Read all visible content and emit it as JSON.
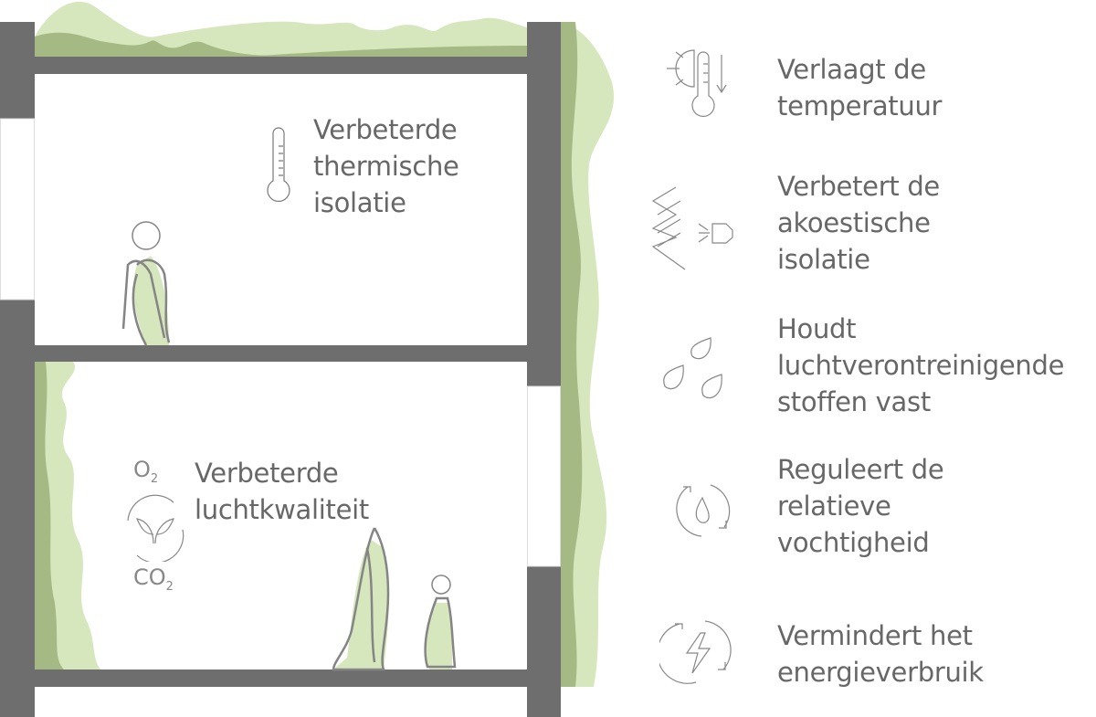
{
  "colors": {
    "wall": "#6e6e6e",
    "green_light": "#d6e6bd",
    "green_dark": "#a4b983",
    "text": "#676767"
  },
  "rooms": {
    "upper": {
      "lines": [
        "Verbeterde",
        "thermische",
        "isolatie"
      ],
      "icon": "thermometer-icon"
    },
    "lower": {
      "lines": [
        "Verbeterde",
        "luchtkwaliteit"
      ],
      "icon": "o2-co2-cycle-icon",
      "o2": "O",
      "o2_sub": "2",
      "co2": "CO",
      "co2_sub": "2"
    }
  },
  "benefits": [
    {
      "icon": "thermometer-sun-down-icon",
      "lines": [
        "Verlaagt de",
        "temperatuur"
      ]
    },
    {
      "icon": "sound-reflection-icon",
      "lines": [
        "Verbetert de",
        "akoestische",
        "isolatie"
      ]
    },
    {
      "icon": "droplets-icon",
      "lines": [
        "Houdt",
        "luchtverontreinigende",
        "stoffen vast"
      ]
    },
    {
      "icon": "humidity-cycle-icon",
      "lines": [
        "Reguleert de",
        "relatieve",
        "vochtigheid"
      ]
    },
    {
      "icon": "energy-cycle-icon",
      "lines": [
        "Vermindert het",
        "energieverbruik"
      ]
    }
  ]
}
